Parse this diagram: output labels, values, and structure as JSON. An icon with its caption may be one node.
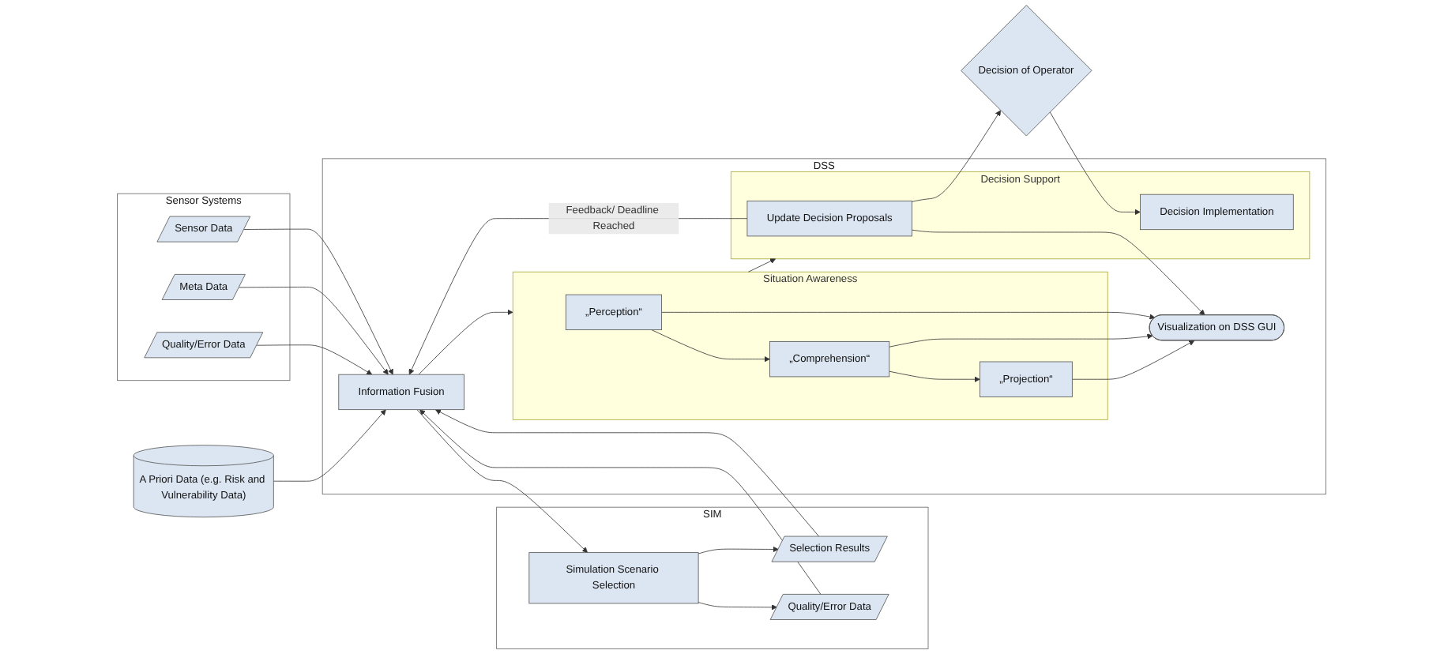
{
  "diagram": {
    "nodes": [
      {
        "text": [
          "Sensor Systems"
        ]
      },
      {
        "text": [
          "Sensor Data"
        ],
        "in": 0
      },
      {
        "text": [
          "Meta Data"
        ],
        "in": 0
      },
      {
        "text": [
          "Quality/Error Data"
        ],
        "in": 0
      },
      {
        "text": [
          "SIM"
        ]
      },
      {
        "text": [
          "Simulation Scenario Selection"
        ],
        "in": 4
      },
      {
        "text": [
          "Selection Results"
        ],
        "in": 4
      },
      {
        "text": [
          "Quality/Error Data"
        ],
        "in": 4
      },
      {
        "text": [
          "DSS"
        ]
      },
      {
        "text": [
          "Information Fusion"
        ],
        "in": 8
      },
      {
        "text": [
          "Situation Awareness"
        ],
        "in": 8
      },
      {
        "text": [
          "„Perception“"
        ],
        "in": 10
      },
      {
        "text": [
          "„Comprehension“"
        ],
        "in": 10
      },
      {
        "text": [
          "„Projection“"
        ],
        "in": 10
      },
      {
        "text": [
          "Decision Support"
        ],
        "in": 8
      },
      {
        "text": [
          "Update Decision Proposals"
        ],
        "in": 14
      },
      {
        "text": [
          "Decision Implementation"
        ],
        "in": 14
      },
      {
        "text": [
          "Visualization on DSS GUI"
        ],
        "in": 8
      },
      {
        "text": [
          "A Priori Data (e.g. Risk and Vulnerability Data)"
        ]
      },
      {
        "text": [
          "Decision of Operator"
        ]
      }
    ],
    "edges": [
      {
        "from": 1,
        "to": 9,
        "arrow": "to"
      },
      {
        "from": 2,
        "to": 9,
        "arrow": "to"
      },
      {
        "from": 3,
        "to": 9,
        "arrow": "to"
      },
      {
        "from": 9,
        "to": 5,
        "arrow": "to"
      },
      {
        "from": 5,
        "to": 6,
        "arrow": "to"
      },
      {
        "from": 5,
        "to": 7,
        "arrow": "to"
      },
      {
        "from": 6,
        "to": 9,
        "arrow": "to"
      },
      {
        "from": 7,
        "to": 9,
        "arrow": "to"
      },
      {
        "from": 15,
        "to": 9,
        "arrow": "to",
        "label": "Feedback/ Deadline Reached"
      },
      {
        "from": 18,
        "to": 9,
        "arrow": "to"
      },
      {
        "from": 9,
        "to": 10,
        "arrow": "to"
      },
      {
        "from": 11,
        "to": 12,
        "arrow": "to"
      },
      {
        "from": 12,
        "to": 13,
        "arrow": "to"
      },
      {
        "from": 10,
        "to": 14,
        "arrow": "to"
      },
      {
        "from": 11,
        "to": 17,
        "arrow": "to"
      },
      {
        "from": 12,
        "to": 17,
        "arrow": "to"
      },
      {
        "from": 13,
        "to": 17,
        "arrow": "to"
      },
      {
        "from": 15,
        "to": 17,
        "arrow": "to"
      },
      {
        "from": 15,
        "to": 19,
        "arrow": "to"
      },
      {
        "from": 19,
        "to": 16,
        "arrow": "to"
      }
    ]
  }
}
